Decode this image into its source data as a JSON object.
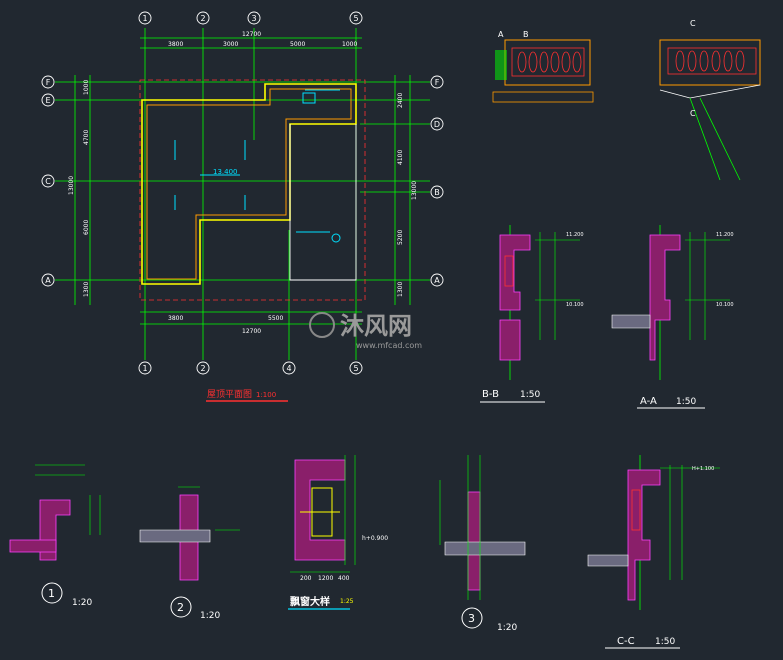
{
  "plan": {
    "title": "屋顶平面图",
    "scale": "1:100",
    "grid_top": [
      "1",
      "2",
      "3",
      "5"
    ],
    "grid_bottom": [
      "1",
      "2",
      "4",
      "5"
    ],
    "grid_left": [
      "F",
      "E",
      "C",
      "A"
    ],
    "grid_right": [
      "F",
      "D",
      "B",
      "A"
    ],
    "dims_top": [
      "3800",
      "3000",
      "5000",
      "1000"
    ],
    "total_top": "12700",
    "dims_bottom": [
      "3800",
      "5500"
    ],
    "total_bottom": "12700",
    "dims_left": [
      "1000",
      "4700",
      "6000",
      "1300"
    ],
    "total_left": "13000",
    "dims_right": [
      "2400",
      "4100",
      "5200",
      "1300"
    ],
    "total_right": "13000",
    "elevation": "13.400"
  },
  "sections": {
    "bb": {
      "title": "B-B",
      "scale": "1:50",
      "elev_top": "11.200",
      "elev_mid": "10.100"
    },
    "aa": {
      "title": "A-A",
      "scale": "1:50",
      "elev_top": "11.200",
      "elev_mid": "10.100"
    },
    "cc": {
      "title": "C-C",
      "scale": "1:50",
      "elev_top": "H+1.100"
    },
    "elev_a": "A",
    "elev_b": "B",
    "elev_c": "C"
  },
  "details": {
    "d1": {
      "num": "1",
      "scale": "1:20"
    },
    "d2": {
      "num": "2",
      "scale": "1:20"
    },
    "d3": {
      "num": "3",
      "scale": "1:20"
    },
    "bay_window": {
      "title": "飘窗大样",
      "scale": "1:25",
      "elev": "h+0.900",
      "dims": [
        "200",
        "1200",
        "400"
      ]
    }
  },
  "watermark": {
    "brand": "沐风网",
    "url": "www.mfcad.com"
  },
  "colors": {
    "bg": "#212830",
    "grid": "#00ff00",
    "wall": "#ffff00",
    "outline": "#ff3030",
    "axis": "#ffffff",
    "text": "#ffffff",
    "hatch": "#ff40ff"
  }
}
